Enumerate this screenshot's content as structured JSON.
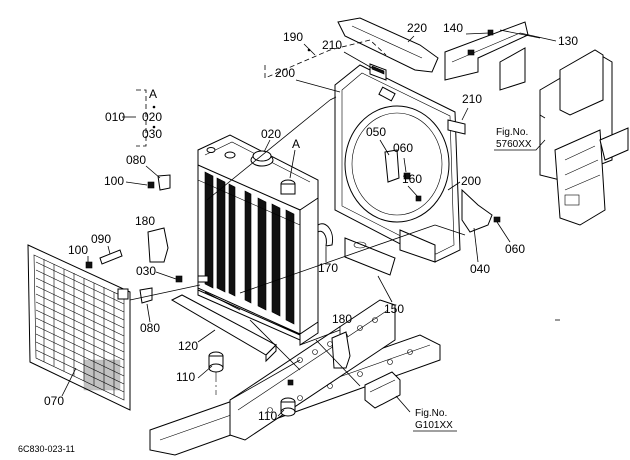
{
  "diagram_code": "6C830-023-11",
  "callouts": {
    "p010": "010",
    "p020a": "020",
    "p020b": "020",
    "p030a": "030",
    "p030b": "030",
    "p040": "040",
    "p050": "050",
    "p060a": "060",
    "p060b": "060",
    "p070": "070",
    "p080a": "080",
    "p080b": "080",
    "p090": "090",
    "p100a": "100",
    "p100b": "100",
    "p110a": "110",
    "p110b": "110",
    "p120": "120",
    "p130": "130",
    "p140": "140",
    "p150": "150",
    "p160": "160",
    "p170": "170",
    "p180a": "180",
    "p180b": "180",
    "p190": "190",
    "p200a": "200",
    "p200b": "200",
    "p210a": "210",
    "p210b": "210",
    "p220": "220"
  },
  "view_markers": {
    "a1": "A",
    "a2": "A"
  },
  "fig_refs": {
    "upper": {
      "label": "Fig.No.",
      "code": "5760XX"
    },
    "lower": {
      "label": "Fig.No.",
      "code": "G101XX"
    }
  }
}
